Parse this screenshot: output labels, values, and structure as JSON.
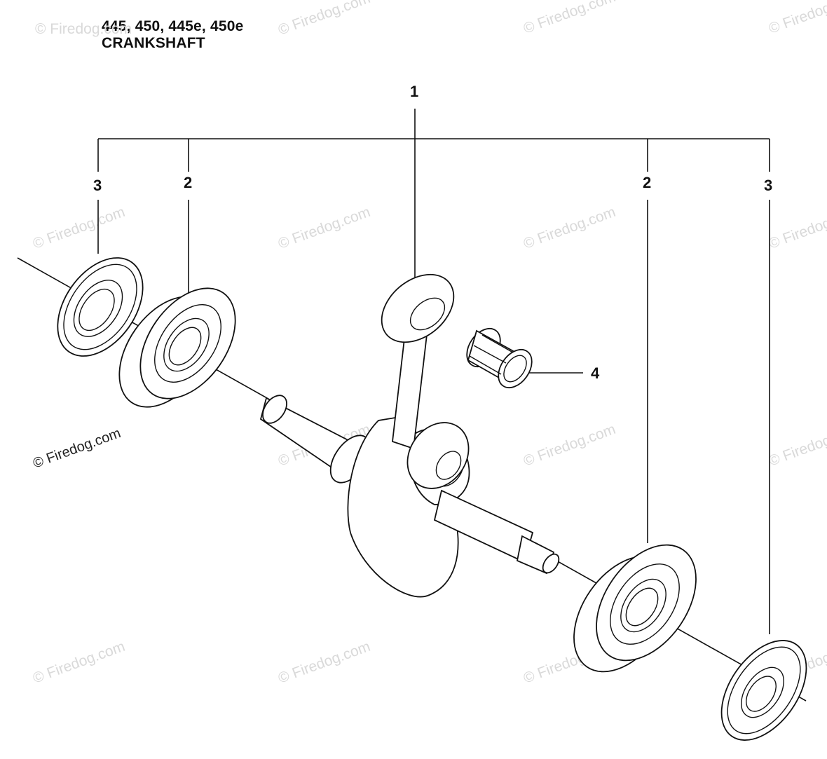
{
  "header": {
    "models": "445, 450, 445e, 450e",
    "title": "CRANKSHAFT"
  },
  "callouts": {
    "part1": "1",
    "part2_left": "2",
    "part2_right": "2",
    "part3_left": "3",
    "part3_right": "3",
    "part4": "4"
  },
  "watermark": {
    "text": "© Firedog.com",
    "dark_text": "© Firedog.com"
  }
}
